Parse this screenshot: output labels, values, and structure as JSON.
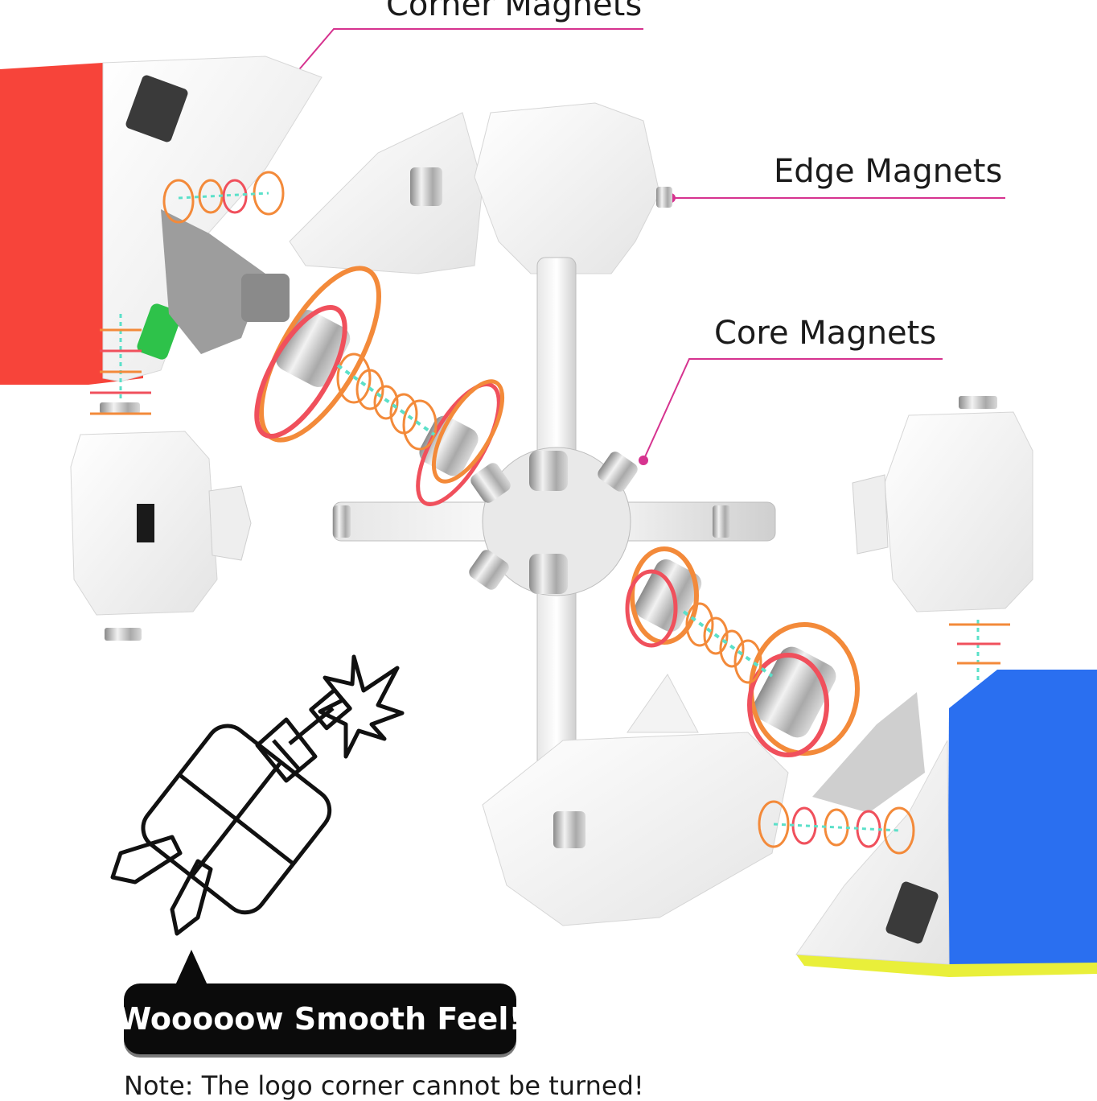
{
  "labels": {
    "corner": "Corner Magnets",
    "edge": "Edge Magnets",
    "core": "Core Magnets"
  },
  "callout": {
    "text": "Wooooow Smooth Feel!",
    "note": "Note: The logo corner cannot be turned!"
  },
  "colors": {
    "red_face": "#f7443a",
    "blue_face": "#2a6ff0",
    "yellow_face": "#e9ef3a",
    "green_face": "#2ec24a",
    "leader_line": "#d6338f",
    "ring_orange": "#f38a3a",
    "ring_red": "#f0505c",
    "magnet_trail": "#5be0c9"
  },
  "icons": [
    "screwdriver-icon",
    "cube-outline-icon",
    "sparkle-icon"
  ]
}
